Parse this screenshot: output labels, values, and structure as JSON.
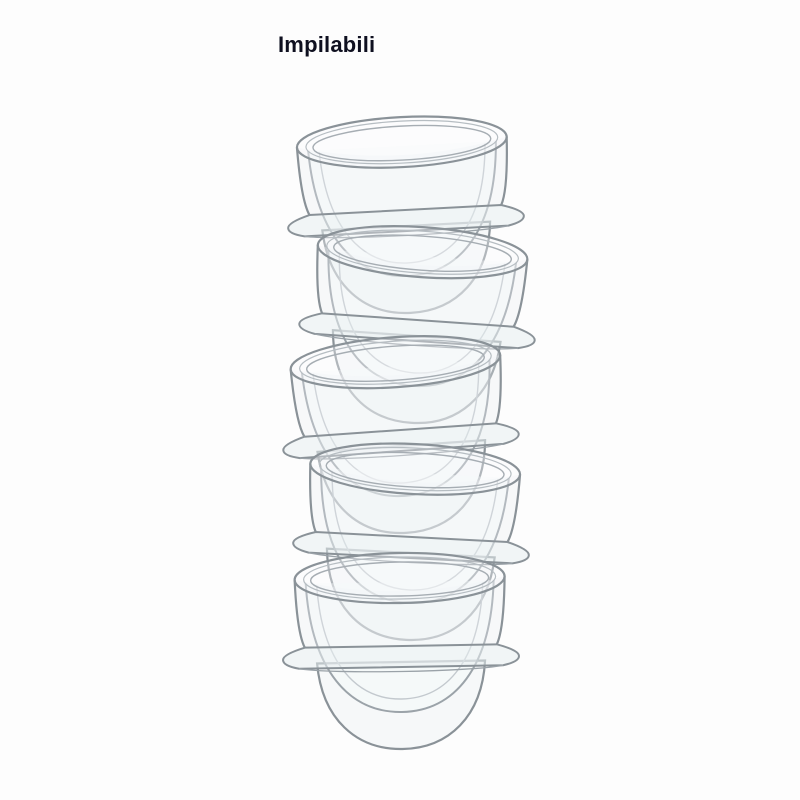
{
  "page": {
    "title": "Impilabili"
  },
  "theme": {
    "background": "#fdfdfd",
    "title_color": "#0f1020",
    "glass_stroke": "#8a9298",
    "glass_stroke_light": "#b6bdc2",
    "glass_fill": "#eef2f4"
  },
  "product": {
    "item": "glass-bowl",
    "bowl_count": 5,
    "style": "double-wall transparent glass, stacked in a tilted zigzag column"
  }
}
